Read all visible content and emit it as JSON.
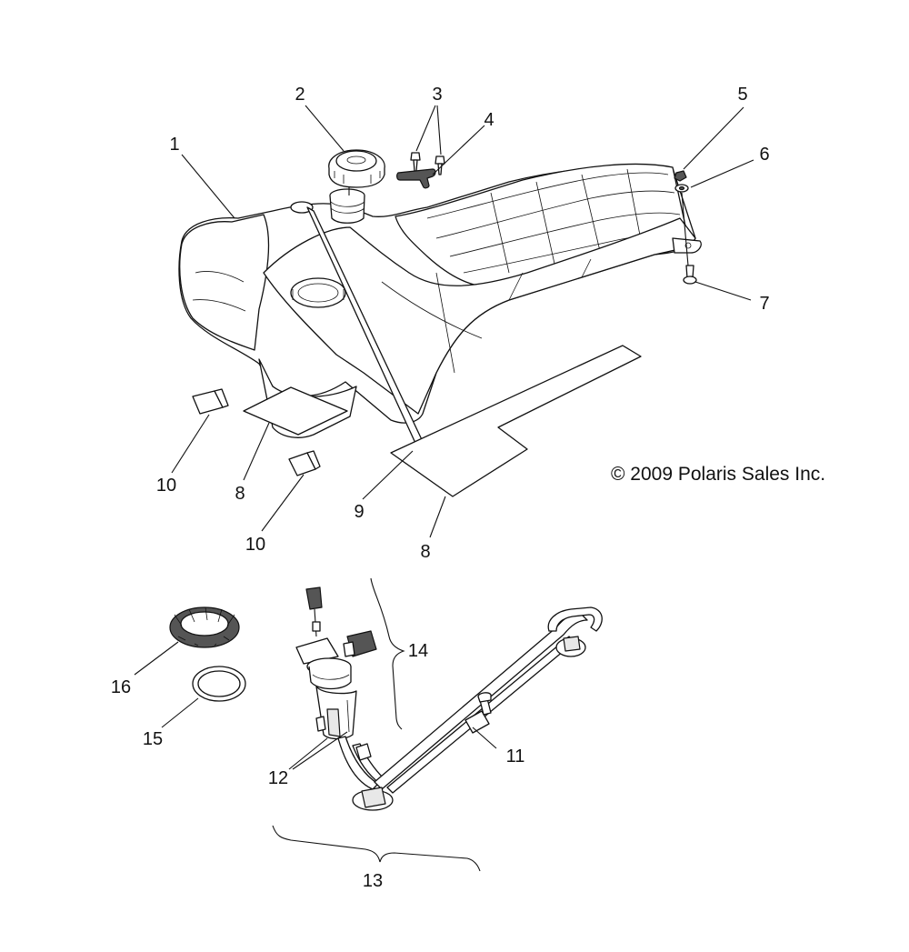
{
  "copyright": "© 2009 Polaris Sales Inc.",
  "callouts": {
    "c1": "1",
    "c2": "2",
    "c3": "3",
    "c4": "4",
    "c5": "5",
    "c6": "6",
    "c7": "7",
    "c8a": "8",
    "c8b": "8",
    "c9": "9",
    "c10a": "10",
    "c10b": "10",
    "c11": "11",
    "c12": "12",
    "c13": "13",
    "c14": "14",
    "c15": "15",
    "c16": "16"
  }
}
